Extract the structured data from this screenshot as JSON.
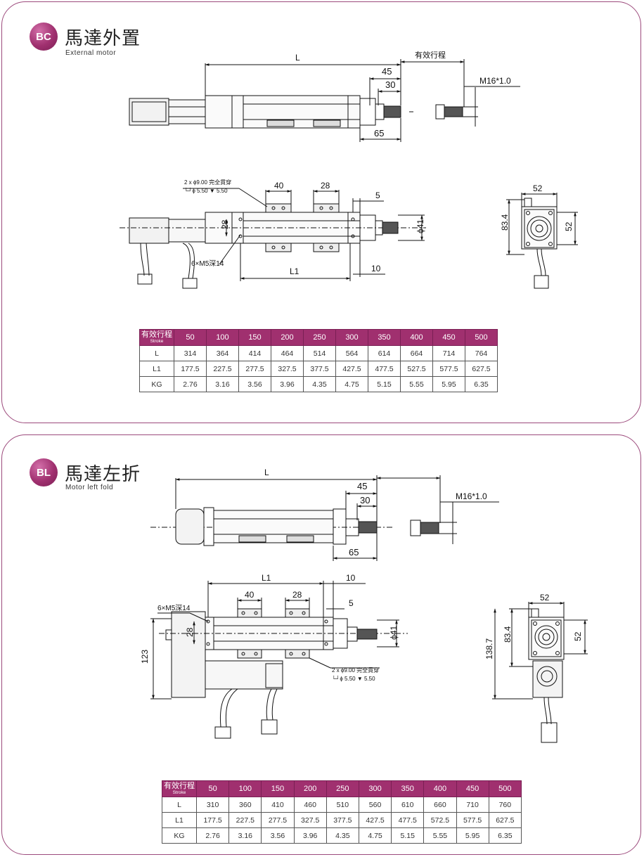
{
  "sections": [
    {
      "badge": "BC",
      "title": "馬達外置",
      "subtitle": "External motor",
      "dims": {
        "L": "L",
        "stroke": "有效行程",
        "d45": "45",
        "d30": "30",
        "d65": "65",
        "thread": "M16*1.0",
        "hole_spec_1": "2 x ϕ9.00 完全貫穿",
        "hole_spec_2": "└┘ϕ 5.50 ▼ 5.50",
        "d40": "40",
        "d28a": "28",
        "d5": "5",
        "d28b": "28",
        "d41": "ϕ41",
        "tap": "6×M5深14",
        "L1": "L1",
        "d10": "10",
        "d52a": "52",
        "d834": "83.4",
        "d52b": "52"
      },
      "table": {
        "header_label": "有效行程",
        "header_sub": "Stroke",
        "columns": [
          "50",
          "100",
          "150",
          "200",
          "250",
          "300",
          "350",
          "400",
          "450",
          "500"
        ],
        "rows": [
          {
            "label": "L",
            "values": [
              "314",
              "364",
              "414",
              "464",
              "514",
              "564",
              "614",
              "664",
              "714",
              "764"
            ]
          },
          {
            "label": "L1",
            "values": [
              "177.5",
              "227.5",
              "277.5",
              "327.5",
              "377.5",
              "427.5",
              "477.5",
              "527.5",
              "577.5",
              "627.5"
            ]
          },
          {
            "label": "KG",
            "values": [
              "2.76",
              "3.16",
              "3.56",
              "3.96",
              "4.35",
              "4.75",
              "5.15",
              "5.55",
              "5.95",
              "6.35"
            ]
          }
        ]
      }
    },
    {
      "badge": "BL",
      "title": "馬達左折",
      "subtitle": "Motor left fold",
      "dims": {
        "L": "L",
        "d45": "45",
        "d30": "30",
        "d65": "65",
        "thread": "M16*1.0",
        "L1": "L1",
        "d10": "10",
        "d40": "40",
        "d28a": "28",
        "d5": "5",
        "tap": "6×M5深14",
        "d28b": "28",
        "d123": "123",
        "d41": "ϕ41",
        "hole_spec_1": "2 x ϕ9.00 完全貫穿",
        "hole_spec_2": "└┘ϕ 5.50 ▼ 5.50",
        "d52a": "52",
        "d834": "83.4",
        "d52b": "52",
        "d1387": "138.7"
      },
      "table": {
        "header_label": "有效行程",
        "header_sub": "Stroke",
        "columns": [
          "50",
          "100",
          "150",
          "200",
          "250",
          "300",
          "350",
          "400",
          "450",
          "500"
        ],
        "rows": [
          {
            "label": "L",
            "values": [
              "310",
              "360",
              "410",
              "460",
              "510",
              "560",
              "610",
              "660",
              "710",
              "760"
            ]
          },
          {
            "label": "L1",
            "values": [
              "177.5",
              "227.5",
              "277.5",
              "327.5",
              "377.5",
              "427.5",
              "477.5",
              "572.5",
              "577.5",
              "627.5"
            ]
          },
          {
            "label": "KG",
            "values": [
              "2.76",
              "3.16",
              "3.56",
              "3.96",
              "4.35",
              "4.75",
              "5.15",
              "5.55",
              "5.95",
              "6.35"
            ]
          }
        ]
      }
    }
  ]
}
